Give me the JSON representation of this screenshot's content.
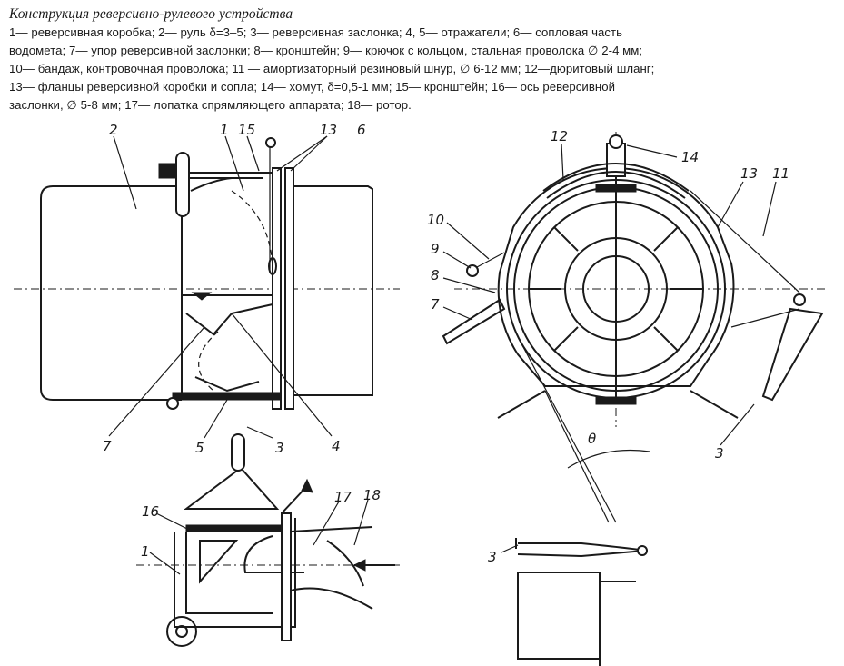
{
  "caption": {
    "title": "Конструкция реверсивно-рулевого устройства",
    "lines": [
      "1— реверсивная коробка; 2— руль δ=3–5; 3— реверсивная заслонка; 4, 5— отражатели; 6— сопловая часть",
      "водомета; 7— упор реверсивной заслонки; 8— кронштейн; 9— крючок с кольцом, стальная проволока ∅ 2-4 мм;",
      "10— бандаж, контровочная проволока; 11 — амортизаторный резиновый шнур, ∅ 6-12 мм; 12—дюритовый шланг;",
      "13— фланцы реверсивной коробки и сопла; 14— хомут, δ=0,5-1 мм; 15— кронштейн; 16— ось реверсивной",
      "заслонки, ∅ 5-8 мм; 17— лопатка спрямляющего аппарата; 18— ротор."
    ]
  },
  "labels": {
    "side_view": [
      "2",
      "1",
      "15",
      "13",
      "6",
      "7",
      "5",
      "3",
      "4"
    ],
    "front_view": [
      "12",
      "14",
      "13",
      "11",
      "10",
      "9",
      "8",
      "7",
      "3",
      "θ"
    ],
    "section_view": [
      "16",
      "1",
      "17",
      "18"
    ],
    "detail_view": [
      "3"
    ]
  },
  "colors": {
    "ink": "#1a1a1a",
    "paper": "#ffffff"
  }
}
